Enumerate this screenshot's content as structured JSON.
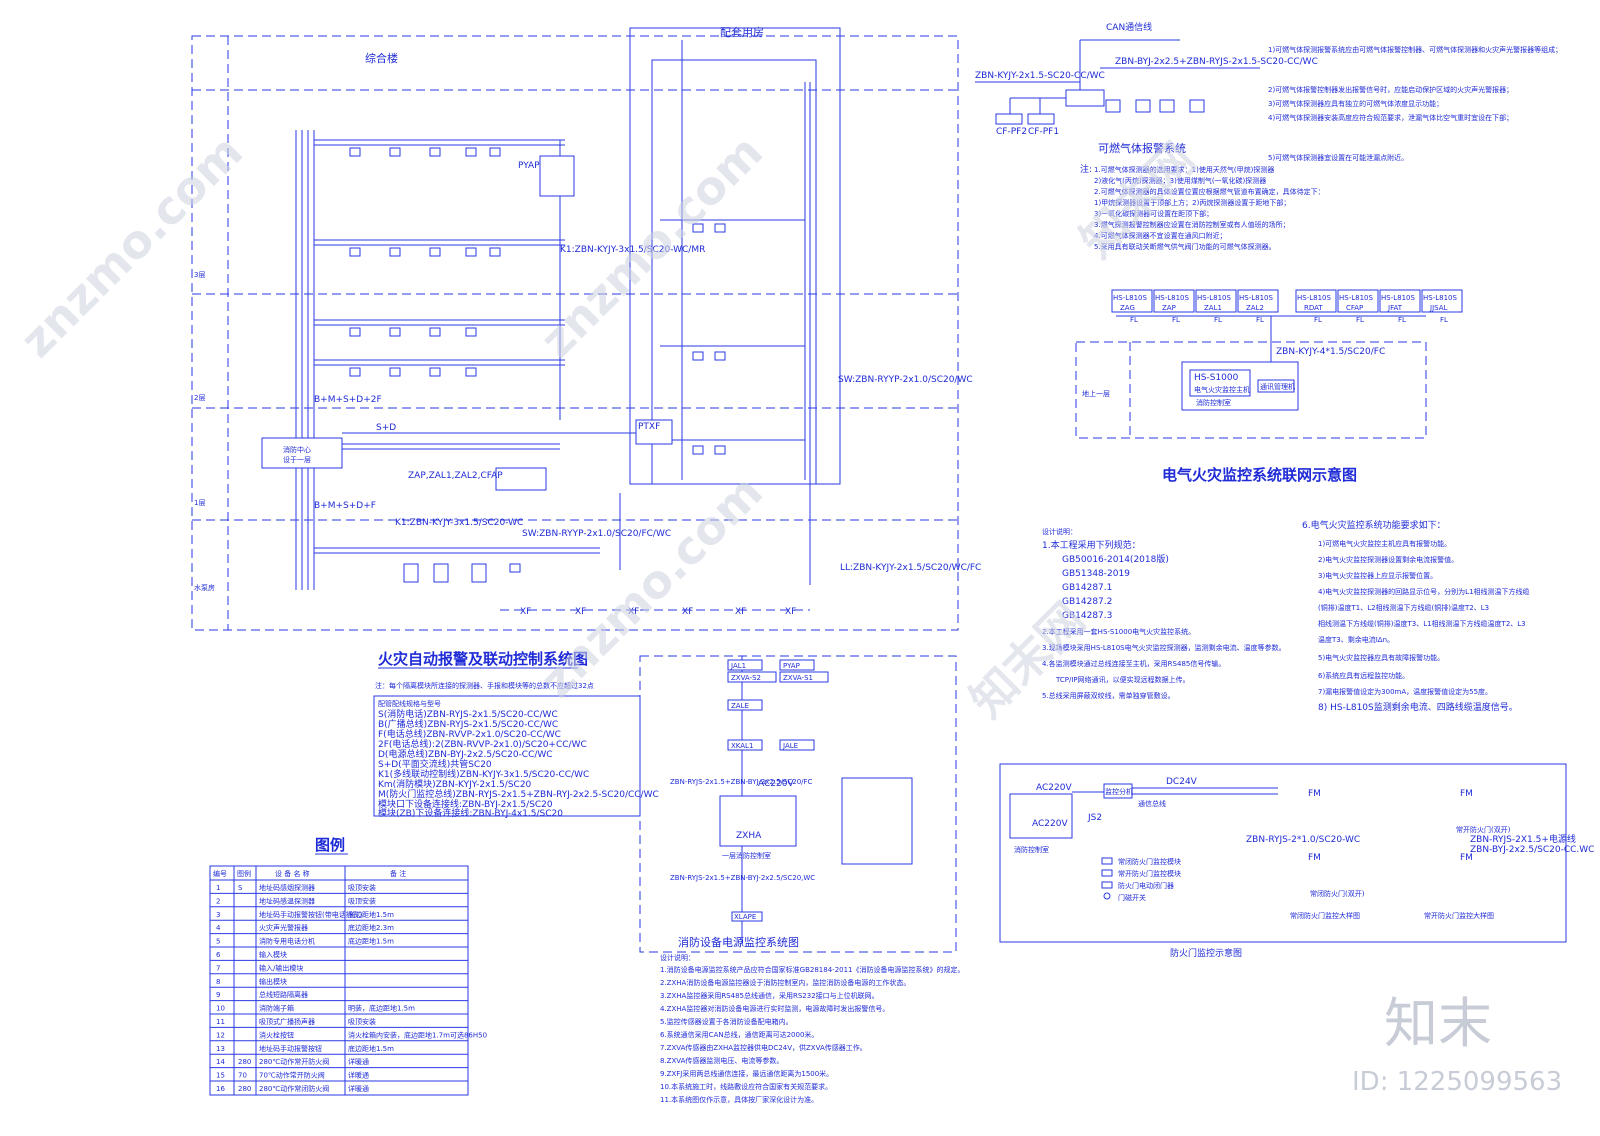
{
  "main": {
    "title": "火灾自动报警及联动控制系统图",
    "building": "综合楼",
    "annex": "配套用房",
    "floors": [
      "3层",
      "2层",
      "1层",
      "水泵房"
    ],
    "control_room": "消防中心",
    "control_room_sub": "设于一层",
    "cables": {
      "k1_upper": "K1:ZBN-KYJY-3x1.5/SC20-WC/MR",
      "k1_lower": "K1:ZBN-KYJY-3x1.5/SC20-WC",
      "sw_upper": "SW:ZBN-RYYP-2x1.0/SC20/WC",
      "sw_lower": "SW:ZBN-RYYP-2x1.0/SC20/FC/WC",
      "ll": "LL:ZBN-KYJY-2x1.5/SC20/WC/FC",
      "bus_2f": "B+M+S+D+2F",
      "bus_1f": "B+M+S+D+F",
      "std": "S+D",
      "zap": "ZAP,ZAL1,ZAL2,CFAP",
      "xf": "XF",
      "pyap": "PYAP",
      "ptxf": "PTXF"
    },
    "notes_title": "注：每个隔离模块所连接的探测器、手报和模块等的总数不应超过32点",
    "wiring_header": "配管配线规格与型号",
    "wiring": [
      "S(消防电话)ZBN-RYJS-2x1.5/SC20-CC/WC",
      "B(广播总线)ZBN-RYJS-2x1.5/SC20-CC/WC",
      "F(电话总线)ZBN-RVVP-2x1.0/SC20-CC/WC",
      "2F(电话总线):2(ZBN-RVVP-2x1.0)/SC20+CC/WC",
      "D(电源总线)ZBN-BYJ-2x2.5/SC20-CC/WC",
      "S+D(平面交流线)共管SC20",
      "K1(多线联动控制线)ZBN-KYJY-3x1.5/SC20-CC/WC",
      "Km(消防模块)ZBN-KYJY-2x1.5/SC20",
      "M(防火门监控总线)ZBN-RYJS-2x1.5+ZBN-RYJ-2x2.5-SC20/CC/WC",
      "模块口下设备连接线:ZBN-BYJ-2x1.5/SC20",
      "模块(ZB)下设备连接线:ZBN-BYJ-4x1.5/SC20"
    ]
  },
  "legend": {
    "title": "图例",
    "headers": [
      "编号",
      "图例",
      "设 备 名 称",
      "备 注"
    ],
    "rows": [
      [
        "1",
        "S",
        "地址码感烟探测器",
        "吸顶安装"
      ],
      [
        "2",
        "",
        "地址码感温探测器",
        "吸顶安装"
      ],
      [
        "3",
        "",
        "地址码手动报警按钮(带电话插孔)",
        "底边距地1.5m"
      ],
      [
        "4",
        "",
        "火灾声光警报器",
        "底边距地2.3m"
      ],
      [
        "5",
        "",
        "消防专用电话分机",
        "底边距地1.5m"
      ],
      [
        "6",
        "",
        "输入模块",
        ""
      ],
      [
        "7",
        "",
        "输入/输出模块",
        ""
      ],
      [
        "8",
        "",
        "输出模块",
        ""
      ],
      [
        "9",
        "",
        "总线短路隔离器",
        ""
      ],
      [
        "10",
        "",
        "消防端子箱",
        "明装，底边距地1.5m"
      ],
      [
        "11",
        "",
        "吸顶式广播扬声器",
        "吸顶安装"
      ],
      [
        "12",
        "",
        "消火栓按钮",
        "消火栓箱内安装，底边距地1.7m可选86H50"
      ],
      [
        "13",
        "",
        "地址码手动报警按钮",
        "底边距地1.5m"
      ],
      [
        "14",
        "280",
        "280℃动作常开防火阀",
        "详暖通"
      ],
      [
        "15",
        "70",
        "70℃动作常开防火阀",
        "详暖通"
      ],
      [
        "16",
        "280",
        "280℃动作常闭防火阀",
        "详暖通"
      ]
    ]
  },
  "gas": {
    "title": "可燃气体报警系统",
    "can": "CAN通信线",
    "cable1": "ZBN-KYJY-2x1.5-SC20-CC/WC",
    "cable2": "ZBN-BYJ-2x2.5+ZBN-RYJS-2x1.5-SC20-CC/WC",
    "devices": [
      "CF-PF2",
      "CF-PF1"
    ],
    "notes": [
      "1)可燃气体探测报警系统应由可燃气体报警控制器、可燃气体探测器和火灾声光警报器等组成；",
      "2)可燃气体报警控制器发出报警信号时，应能启动保护区域的火灾声光警报器；",
      "3)可燃气体探测器应具有独立的可燃气体浓度显示功能；",
      "4)可燃气体探测器安装高度应符合规范要求，泄漏气体比空气重时宜设在下部；",
      "5)可燃气体探测器宜设置在可能泄漏点附近。"
    ],
    "rules_head": "注:",
    "rules": [
      "1.可燃气体探测器的选用要求：1)使用天然气(甲烷)探测器",
      "2)液化气(丙烷)探测器；3)使用煤制气(一氧化碳)探测器",
      "2.可燃气体探测器的具体设置位置应根据燃气管道布置确定，具体待定下：",
      "1)甲烷探测器设置于顶部上方；2)丙烷探测器设置于距地下部；",
      "3)一氧化碳探测器可设置在距顶下部；",
      "3.燃气探测报警控制器应设置在消防控制室或有人值班的场所；",
      "4.可燃气体探测器不宜设置在通风口附近；",
      "5.采用具有联动关断燃气供气阀门功能的可燃气体探测器。"
    ]
  },
  "elec": {
    "title": "电气火灾监控系统联网示意图",
    "module": "HS-L810S",
    "codes": [
      "ZAG",
      "ZAP",
      "ZAL1",
      "ZAL2",
      "RDAT",
      "CFAP",
      "JFAT",
      "JJSAL"
    ],
    "bus": "FL",
    "cable": "ZBN-KYJY-4*1.5/SC20/FC",
    "host": "HS-S1000",
    "host_sub": "电气火灾监控主机",
    "room": "消防控制室",
    "floor": "地上一层",
    "comm": "通讯管理机",
    "design_head": "设计说明：",
    "design": [
      "1.本工程采用下列规范：",
      "GB50016-2014(2018版)",
      "GB51348-2019",
      "GB14287.1",
      "GB14287.2",
      "GB14287.3",
      "2.本工程采用一套HS-S1000电气火灾监控系统。",
      "3.现场模块采用HS-L810S电气火灾监控探测器，监测剩余电流、温度等参数。",
      "4.各监测模块通过总线连接至主机，采用RS485信号传输。",
      "TCP/IP网络通讯，以便实现远程数据上传。",
      "5.总线采用屏蔽双绞线，需单独穿管敷设。"
    ],
    "design2": [
      "6.电气火灾监控系统功能要求如下：",
      "1)可燃电气火灾监控主机应具有报警功能。",
      "2)电气火灾监控探测器设置剩余电流报警值。",
      "3)电气火灾监控器上应显示报警位置。",
      "4)电气火灾监控探测器的回路显示位号，分别为L1相线测温下方线缆",
      "(铜排)温度T1、L2相线测温下方线缆(铜排)温度T2、L3",
      "相线测温下方线缆(铜排)温度T3、L1相线测温下方线缆温度T2、L3",
      "温度T3、剩余电流IΔn。",
      "5)电气火灾监控器应具有故障报警功能。",
      "6)系统应具有远程监控功能。",
      "7)漏电报警值设定为300mA，温度报警值设定为55度。",
      "8) HS-L810S监测剩余电流、四路线缆温度信号。"
    ]
  },
  "power": {
    "title": "消防设备电源监控系统图",
    "codes": [
      "JAL1",
      "PYAP",
      "ZXVA-S2",
      "ZXVA-S1",
      "ZALE",
      "XKAL1",
      "JALE"
    ],
    "cable1": "ZBN-RYJS-2x1.5+ZBN-BYJ-2x2.5/SC20/FC",
    "cable2": "ZBN-RYJS-2x1.5+ZBN-BYJ-2x2.5/SC20,WC",
    "host": "ZXHA",
    "ac": "AC220V",
    "floor": "一层消防控制室",
    "bottom": "XLAPE",
    "notes_head": "设计说明：",
    "notes": [
      "1.消防设备电源监控系统产品应符合国家标准GB28184-2011《消防设备电源监控系统》的规定。",
      "2.ZXHA消防设备电源监控器设于消防控制室内，监控消防设备电源的工作状态。",
      "3.ZXHA监控器采用RS485总线通信，采用RS232接口与上位机联网。",
      "4.ZXHA监控器对消防设备电源进行实时监测，电源故障时发出报警信号。",
      "5.监控传感器设置于各消防设备配电箱内。",
      "6.系统通信采用CAN总线，通信距离可达2000米。",
      "7.ZXVA传感器由ZXHA监控器供电DC24V，供ZXVA传感器工作。",
      "8.ZXVA传感器监测电压、电流等参数。",
      "9.ZXFJ采用两总线通信连接，最远通信距离为1500米。",
      "10.本系统施工时，线路敷设应符合国家有关规范要求。",
      "11.本系统图仅作示意，具体按厂家深化设计为准。"
    ]
  },
  "door": {
    "title": "防火门监控示意图",
    "ac": "AC220V",
    "dc": "DC24V",
    "ac2": "AC220V",
    "js": "JS2",
    "host": "监控分机",
    "comm": "通信总线",
    "room": "消防控制室",
    "fm": "FM",
    "cable": "ZBN-RYJS-2*1.0/SC20-WC",
    "cable2": "ZBN-RYJS-2X1.5+电源线",
    "cable3": "ZBN-BYJ-2x2.5/SC20-CC.WC",
    "closed_door": "常闭防火门(双开)",
    "open_door": "常开防火门(双开)",
    "closed_title": "常闭防火门监控大样图",
    "open_title": "常开防火门监控大样图",
    "legend": [
      "常闭防火门监控模块",
      "常开防火门监控模块",
      "防火门电动闭门器",
      "门磁开关"
    ]
  },
  "brand": {
    "logo": "知末",
    "id": "ID: 1225099563",
    "watermark": "znzmo.com",
    "wm_cn": "知末网"
  }
}
